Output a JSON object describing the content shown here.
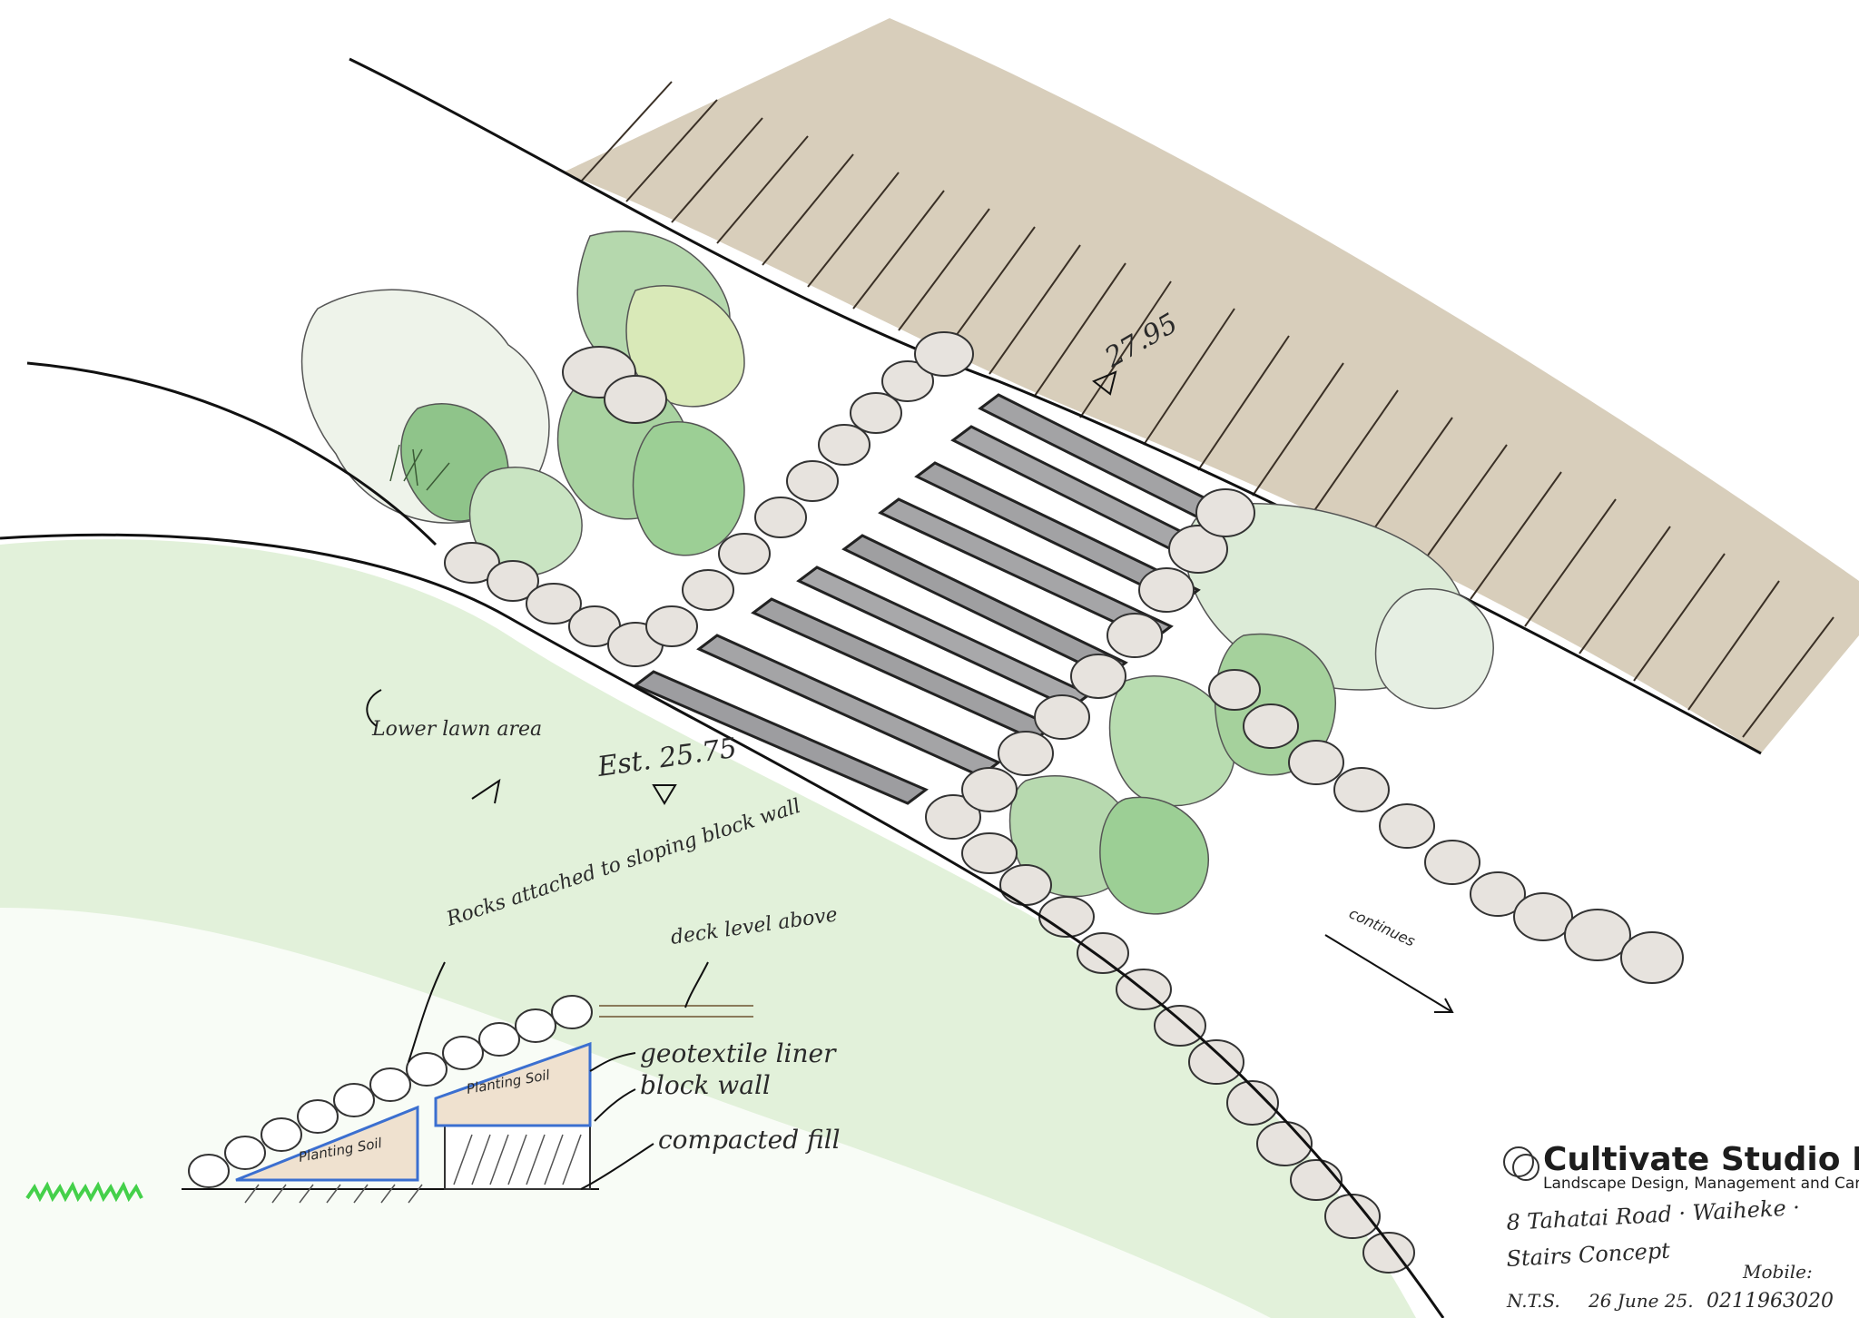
{
  "annotations": {
    "deck_level_spot": "27.95",
    "existing_level": "Est. 25.75",
    "lower_lawn": "Lower lawn area",
    "continues": "continues",
    "rocks_note": "Rocks attached to sloping block wall",
    "deck_level_above": "deck level above",
    "geotextile": "geotextile liner",
    "block_wall": "block wall",
    "compacted_fill": "compacted fill",
    "planting_soil_1": "Planting Soil",
    "planting_soil_2": "Planting Soil"
  },
  "title_block": {
    "company": "Cultivate Studio Ltd",
    "tagline": "Landscape Design, Management and Care",
    "address": "8 Tahatai Road · Waiheke ·",
    "drawing": "Stairs Concept",
    "scale": "N.T.S.",
    "date": "26 June 25.",
    "mobile_label": "Mobile:",
    "mobile": "0211963020"
  },
  "colors": {
    "deck": "#d6cbb7",
    "lawn": "#cfe8c2",
    "foliage": "#8fc48a",
    "foliage_light": "#d3e6cf",
    "tread": "#a4a4a6",
    "rock": "#e7e3de",
    "soil": "#efe1cf",
    "liner": "#3b6fd0",
    "grass": "#44d04a"
  }
}
